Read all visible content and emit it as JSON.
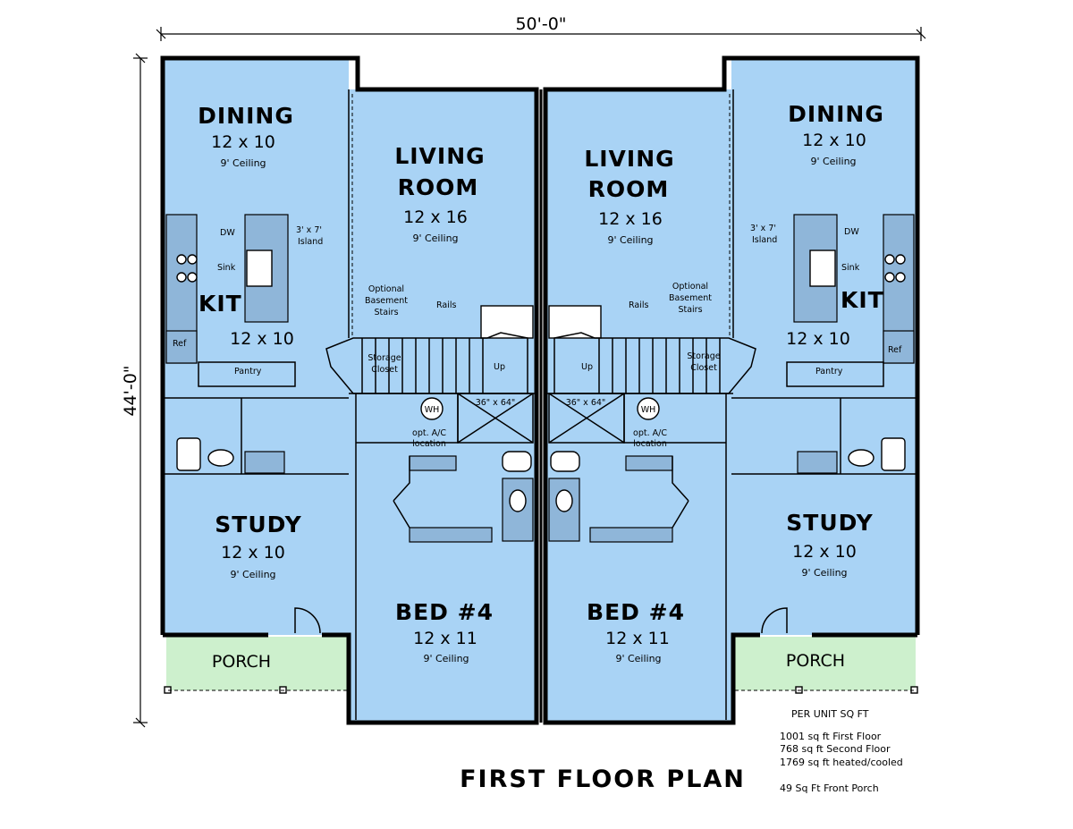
{
  "dimensions": {
    "width": "50'-0\"",
    "depth": "44'-0\""
  },
  "rooms": {
    "dining": {
      "name": "DINING",
      "size": "12 x 10",
      "ceiling": "9' Ceiling"
    },
    "living": {
      "name_line1": "LIVING",
      "name_line2": "ROOM",
      "size": "12 x 16",
      "ceiling": "9' Ceiling"
    },
    "kitchen": {
      "name": "KIT",
      "size": "12 x 10"
    },
    "study": {
      "name": "STUDY",
      "size": "12 x 10",
      "ceiling": "9' Ceiling"
    },
    "bed": {
      "name": "BED #4",
      "size": "12 x 11",
      "ceiling": "9' Ceiling"
    },
    "porch": {
      "name": "PORCH"
    }
  },
  "labels": {
    "dw": "DW",
    "sink": "Sink",
    "island_line1": "3' x 7'",
    "island_line2": "Island",
    "ref": "Ref",
    "pantry": "Pantry",
    "rails": "Rails",
    "basement_line1": "Optional",
    "basement_line2": "Basement",
    "basement_line3": "Stairs",
    "storage_line1": "Storage",
    "storage_line2": "Closet",
    "up": "Up",
    "attic": "36\" x 64\"",
    "wh": "WH",
    "ac_line1": "opt. A/C",
    "ac_line2": "location"
  },
  "plan_title": "FIRST FLOOR PLAN",
  "sqft": {
    "header": "PER UNIT SQ FT",
    "first": "1001 sq ft First Floor",
    "second": "768 sq ft Second Floor",
    "total": "1769 sq ft heated/cooled",
    "porch": "49 Sq Ft Front Porch"
  },
  "colors": {
    "room_fill": "#a9d3f5",
    "porch_fill": "#cdf0cd",
    "wall": "#000000"
  }
}
